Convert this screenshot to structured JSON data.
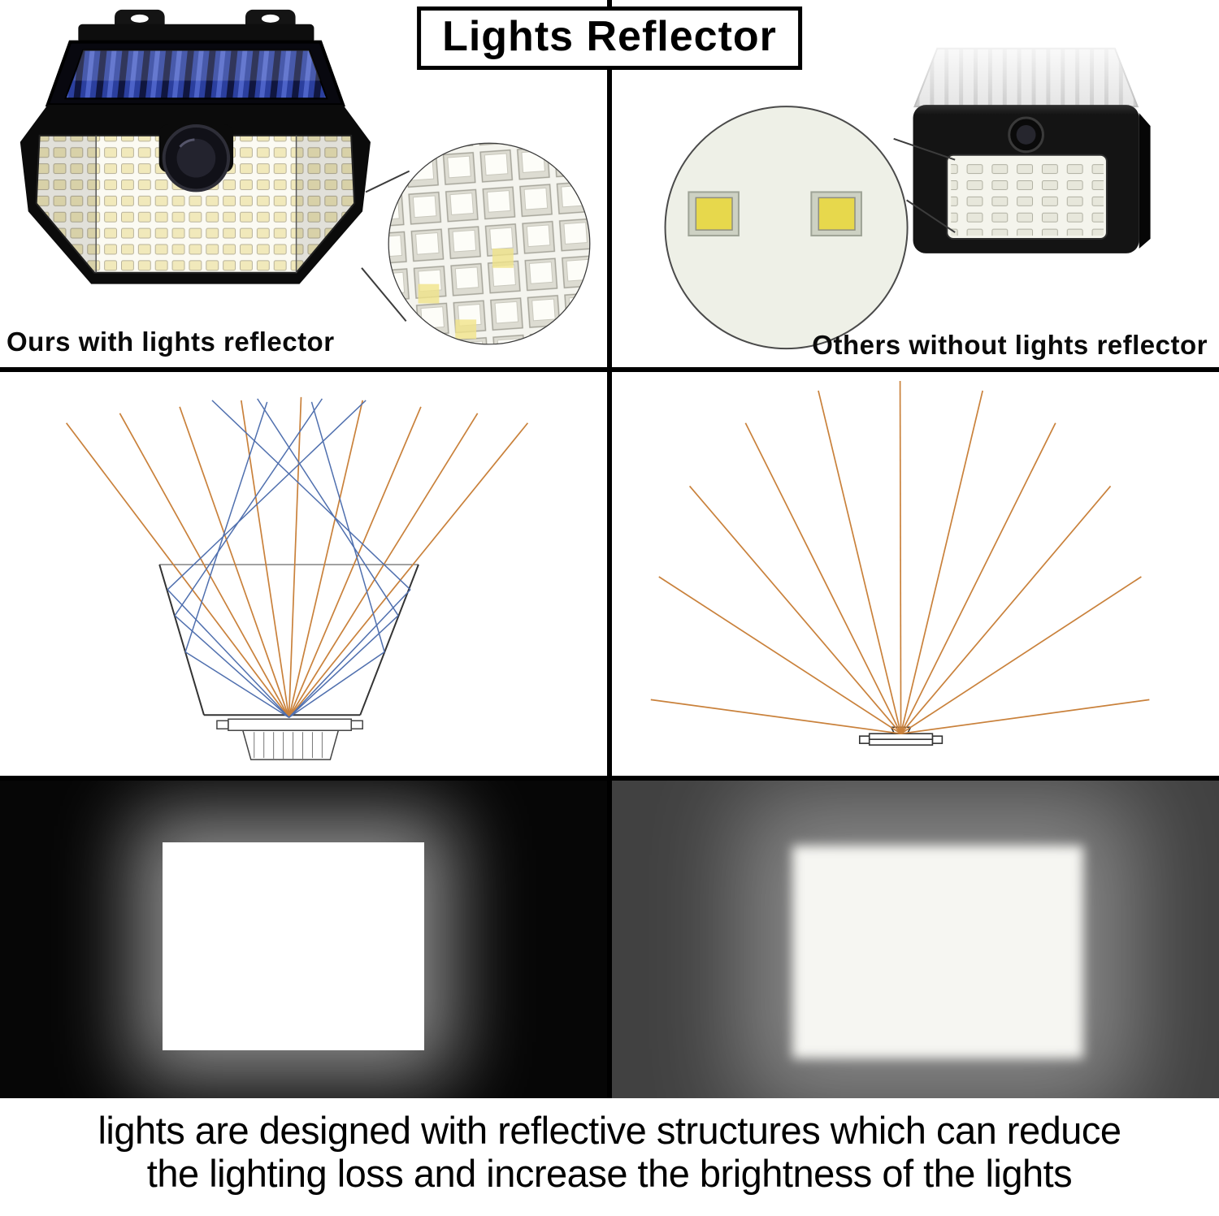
{
  "header": {
    "title": "Lights Reflector"
  },
  "comparison": {
    "ours": {
      "caption": "Ours with lights reflector"
    },
    "others": {
      "caption": "Others without lights reflector"
    }
  },
  "footer": {
    "line1": "lights are designed with reflective structures  which can reduce",
    "line2": "the lighting loss and increase the brightness of the lights"
  },
  "colors": {
    "divider": "#000000",
    "ray_orange": "#c9813b",
    "ray_blue": "#4f6fae",
    "led_yellow": "#f1e9bb",
    "panel_black": "#060606",
    "panel_gray": "#414141"
  }
}
